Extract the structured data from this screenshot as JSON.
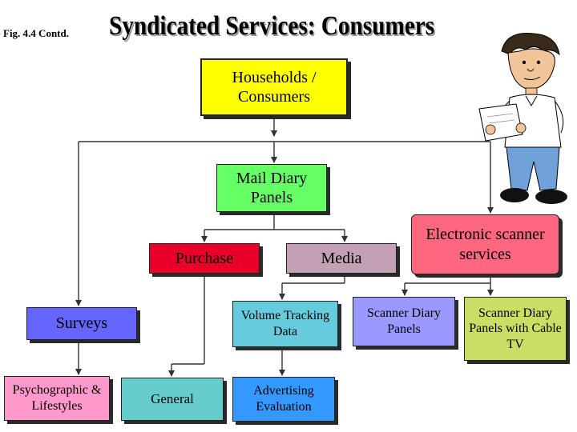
{
  "figure_label": "Fig. 4.4 Contd.",
  "title": "Syndicated Services: Consumers",
  "nodes": {
    "households": {
      "label": "Households / Consumers",
      "color": "#ffff00"
    },
    "mail_diary": {
      "label": "Mail Diary Panels",
      "color": "#66ff66"
    },
    "electronic": {
      "label": "Electronic scanner services",
      "color": "#ff6680"
    },
    "purchase": {
      "label": "Purchase",
      "color": "#e8002a"
    },
    "media": {
      "label": "Media",
      "color": "#c4a0b4"
    },
    "surveys": {
      "label": "Surveys",
      "color": "#6666ff"
    },
    "psychographic": {
      "label": "Psychographic & Lifestyles",
      "color": "#ff99cc"
    },
    "general": {
      "label": "General",
      "color": "#66cccc"
    },
    "volume_tracking": {
      "label": "Volume Tracking Data",
      "color": "#66ccdd"
    },
    "advertising": {
      "label": "Advertising Evaluation",
      "color": "#3399ff"
    },
    "scanner_diary": {
      "label": "Scanner Diary Panels",
      "color": "#9999ff"
    },
    "scanner_diary_cable": {
      "label": "Scanner Diary Panels with Cable TV",
      "color": "#ccdd66"
    }
  },
  "illustration": {
    "name": "man-holding-paper"
  }
}
